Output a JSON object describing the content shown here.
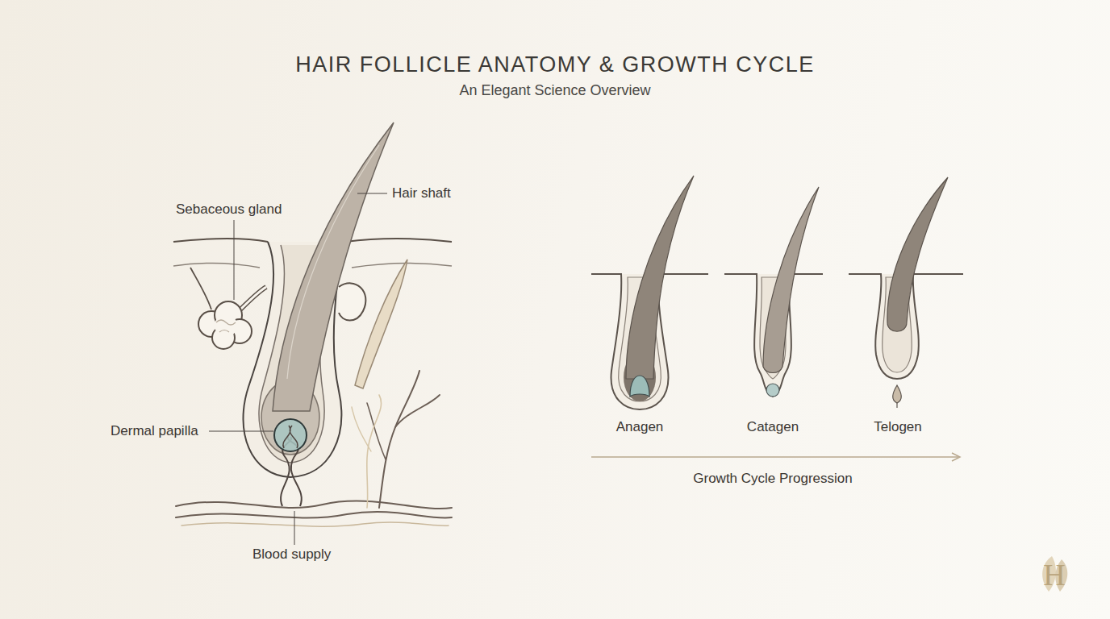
{
  "diagram": {
    "title": "HAIR FOLLICLE ANATOMY & GROWTH CYCLE",
    "labels": [
      "An Elegant Science Overview",
      "Sebaceous gland",
      "Hair shaft",
      "Dermal papilla",
      "Blood supply",
      "Anagen",
      "Catagen",
      "Telogen",
      "Growth Cycle Progression",
      "H"
    ]
  }
}
